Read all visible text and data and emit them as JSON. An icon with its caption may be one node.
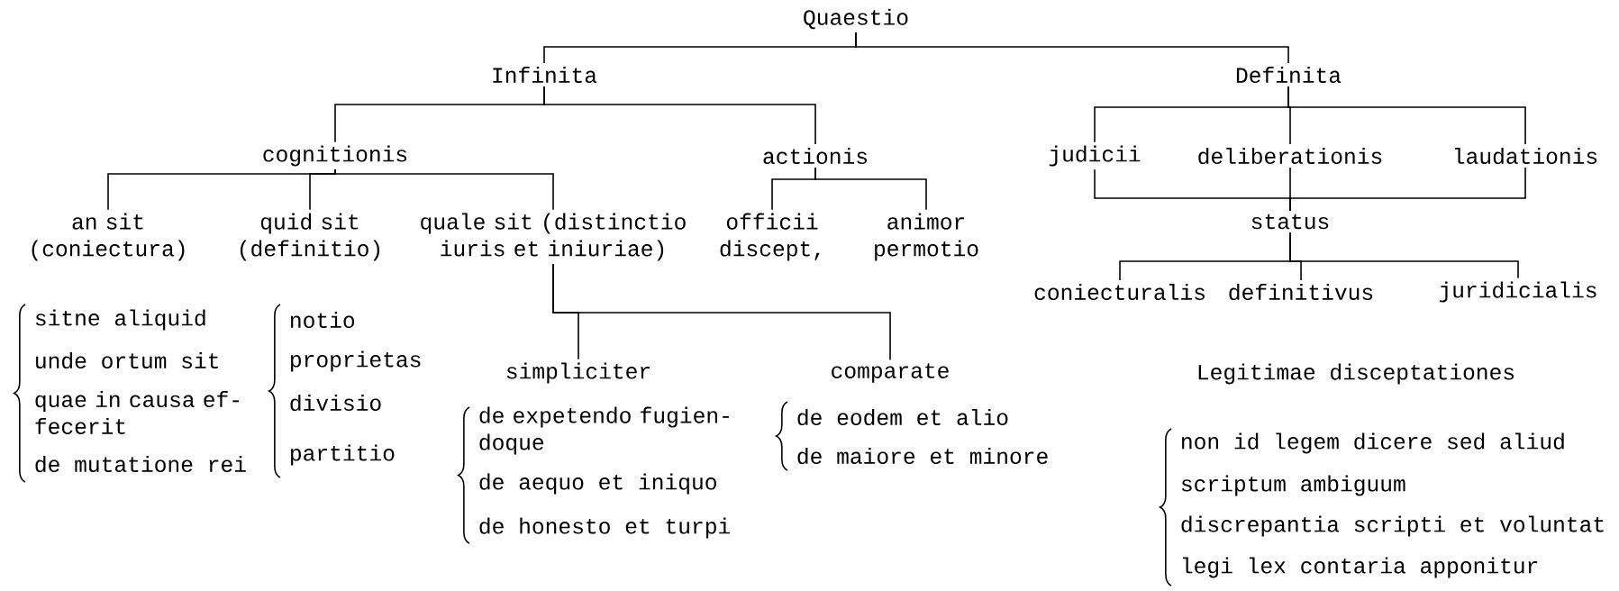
{
  "diagram": {
    "nodes": [
      {
        "text": [
          "Quaestio"
        ]
      },
      {
        "text": [
          "Infinita"
        ]
      },
      {
        "text": [
          "Definita"
        ]
      },
      {
        "text": [
          "cognitionis"
        ]
      },
      {
        "text": [
          "actionis"
        ]
      },
      {
        "text": [
          "an sit (coniectura)"
        ]
      },
      {
        "text": [
          "quid sit (definitio)"
        ]
      },
      {
        "text": [
          "quale sit (distinctio iuris et iniuriae)"
        ]
      },
      {
        "text": [
          "officii discept,"
        ]
      },
      {
        "text": [
          "animor permotio"
        ]
      },
      {
        "text": [
          "simpliciter"
        ]
      },
      {
        "text": [
          "comparate"
        ]
      },
      {
        "text": [
          "judicii"
        ]
      },
      {
        "text": [
          "deliberationis"
        ]
      },
      {
        "text": [
          "laudationis"
        ]
      },
      {
        "text": [
          "status"
        ]
      },
      {
        "text": [
          "coniecturalis"
        ]
      },
      {
        "text": [
          "definitivus"
        ]
      },
      {
        "text": [
          "juridicialis"
        ]
      }
    ],
    "edges": [
      {
        "from": 0,
        "to": 1,
        "arrow": "none"
      },
      {
        "from": 0,
        "to": 2,
        "arrow": "none"
      },
      {
        "from": 1,
        "to": 3,
        "arrow": "none"
      },
      {
        "from": 1,
        "to": 4,
        "arrow": "none"
      },
      {
        "from": 3,
        "to": 5,
        "arrow": "none"
      },
      {
        "from": 3,
        "to": 6,
        "arrow": "none"
      },
      {
        "from": 3,
        "to": 7,
        "arrow": "none"
      },
      {
        "from": 4,
        "to": 8,
        "arrow": "none"
      },
      {
        "from": 4,
        "to": 9,
        "arrow": "none"
      },
      {
        "from": 7,
        "to": 10,
        "arrow": "none"
      },
      {
        "from": 7,
        "to": 11,
        "arrow": "none"
      },
      {
        "from": 2,
        "to": 12,
        "arrow": "none"
      },
      {
        "from": 2,
        "to": 13,
        "arrow": "none"
      },
      {
        "from": 2,
        "to": 14,
        "arrow": "none"
      },
      {
        "from": 12,
        "to": 15,
        "arrow": "none"
      },
      {
        "from": 13,
        "to": 15,
        "arrow": "none"
      },
      {
        "from": 14,
        "to": 15,
        "arrow": "none"
      },
      {
        "from": 15,
        "to": 16,
        "arrow": "none"
      },
      {
        "from": 15,
        "to": 17,
        "arrow": "none"
      },
      {
        "from": 15,
        "to": 18,
        "arrow": "none"
      }
    ],
    "labels": [
      "sitne aliquid",
      "unde ortum sit",
      "quae in causa ef- fecerit",
      "de mutatione rei",
      "notio",
      "proprietas",
      "divisio",
      "partitio",
      "de expetendo fugien- doque",
      "de aequo et iniquo",
      "de honesto et turpi",
      "de eodem et alio",
      "de maiore et minore",
      "Legitimae disceptationes",
      "non id legem dicere sed aliud",
      "scriptum ambiguum",
      "discrepantia scripti et voluntat",
      "legi lex contaria apponitur"
    ]
  }
}
